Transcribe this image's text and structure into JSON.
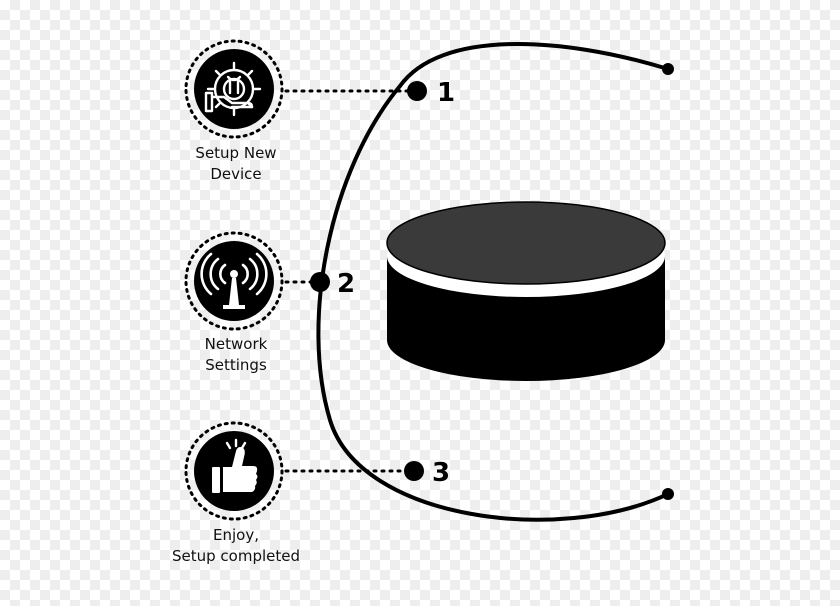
{
  "colors": {
    "ink": "#000000",
    "device_top": "#3a3a3a",
    "device_band": "#ffffff",
    "icon_fg": "#ffffff"
  },
  "steps": [
    {
      "number": "1",
      "icon": "gear-wrench-hand-icon",
      "label_lines": [
        "Setup New",
        "Device"
      ]
    },
    {
      "number": "2",
      "icon": "antenna-signal-icon",
      "label_lines": [
        "Network",
        "Settings"
      ]
    },
    {
      "number": "3",
      "icon": "thumbs-up-icon",
      "label_lines": [
        "Enjoy,",
        "Setup completed"
      ]
    }
  ],
  "device": {
    "icon": "smart-speaker-icon"
  }
}
